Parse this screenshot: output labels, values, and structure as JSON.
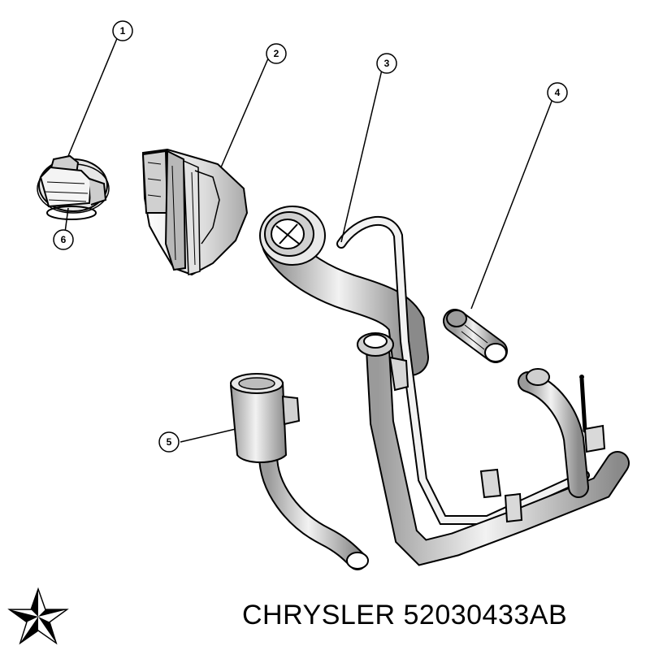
{
  "caption": {
    "brand": "CHRYSLER",
    "part_number": "52030433AB"
  },
  "callouts": [
    "1",
    "2",
    "3",
    "4",
    "5",
    "6"
  ],
  "colors": {
    "line": "#000000",
    "shade": "#bdbdbd",
    "light": "#e8e8e8",
    "background": "#ffffff"
  },
  "logo": {
    "icon": "chrysler-pentastar-icon"
  }
}
